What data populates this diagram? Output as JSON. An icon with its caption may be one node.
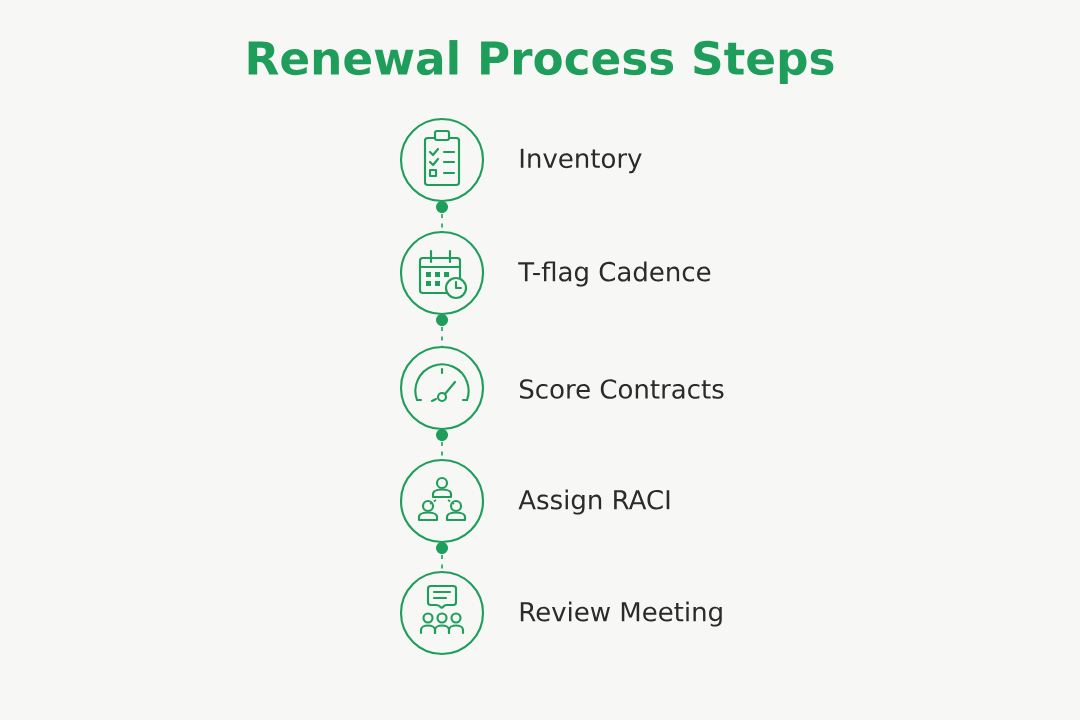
{
  "diagram": {
    "title": "Renewal Process Steps",
    "nodes": [
      {
        "text": [
          "Inventory"
        ]
      },
      {
        "text": [
          "T-flag Cadence"
        ]
      },
      {
        "text": [
          "Score Contracts"
        ]
      },
      {
        "text": [
          "Assign RACI"
        ]
      },
      {
        "text": [
          "Review Meeting"
        ]
      }
    ],
    "edges": [
      {
        "from": 0,
        "to": 1,
        "arrow": "none",
        "style": "dashed"
      },
      {
        "from": 1,
        "to": 2,
        "arrow": "none",
        "style": "dashed"
      },
      {
        "from": 2,
        "to": 3,
        "arrow": "none",
        "style": "dashed"
      },
      {
        "from": 3,
        "to": 4,
        "arrow": "none",
        "style": "dashed"
      }
    ]
  }
}
